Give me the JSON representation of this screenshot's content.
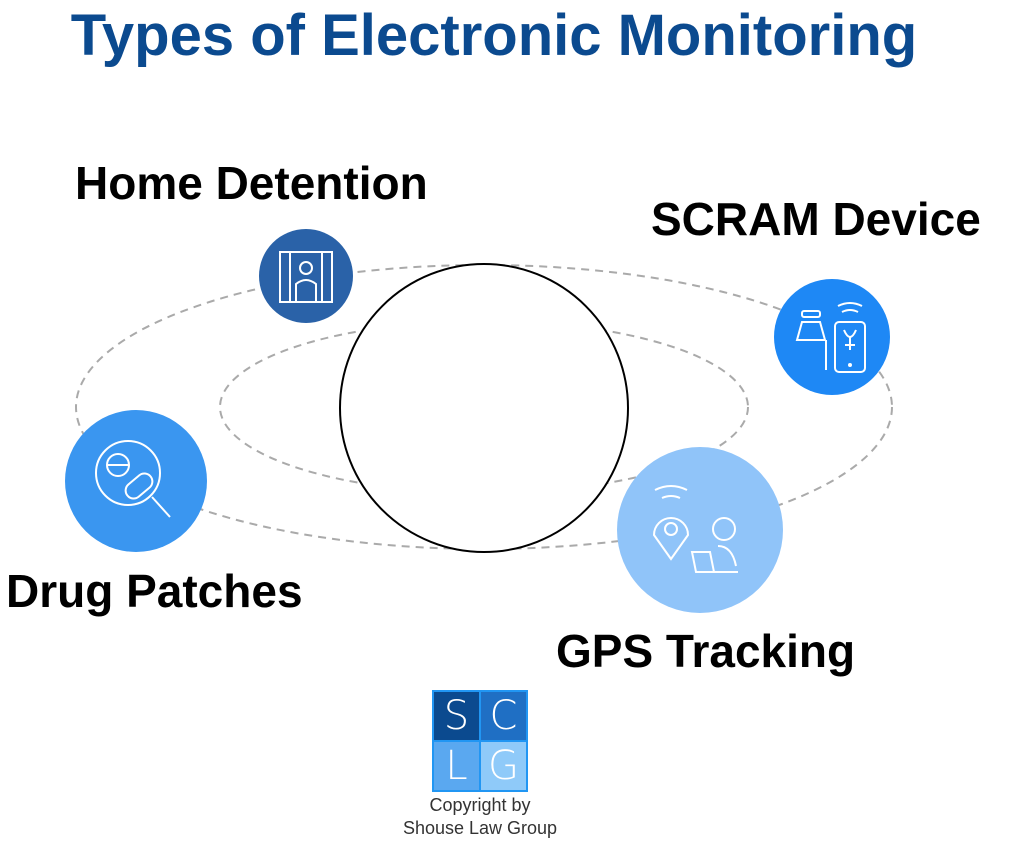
{
  "title": "Types of Electronic Monitoring",
  "items": [
    {
      "label": "Home Detention",
      "icon": "prison-inmate-icon",
      "color": "#2a62a8"
    },
    {
      "label": "SCRAM Device",
      "icon": "alcohol-monitor-icon",
      "color": "#1e88f5"
    },
    {
      "label": "Drug Patches",
      "icon": "pill-search-icon",
      "color": "#3a96f0"
    },
    {
      "label": "GPS Tracking",
      "icon": "location-laptop-icon",
      "color": "#90c4f9"
    }
  ],
  "logo": {
    "letters": [
      "S",
      "C",
      "L",
      "G"
    ],
    "colors": [
      "#0b4a8f",
      "#1f6fc4",
      "#5aa8f0",
      "#8fcaf9"
    ]
  },
  "copyright": {
    "line1": "Copyright by",
    "line2": "Shouse Law Group"
  }
}
